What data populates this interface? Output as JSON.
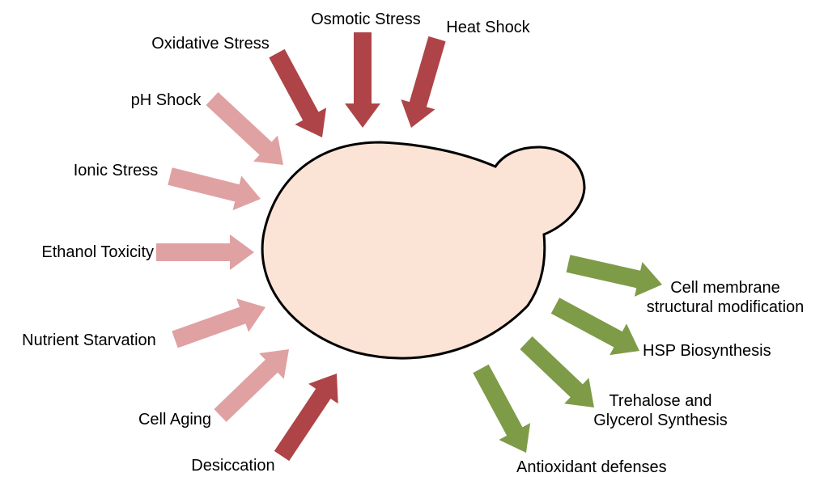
{
  "colors": {
    "strong_stress_arrow": "#AE4447",
    "mild_stress_arrow": "#E0A1A2",
    "response_arrow": "#7E9B48",
    "cell_fill": "#FBE4D6",
    "cell_outline": "#000000"
  },
  "stresses": [
    {
      "label": "Osmotic Stress",
      "strength": "strong"
    },
    {
      "label": "Heat Shock",
      "strength": "strong"
    },
    {
      "label": "Oxidative Stress",
      "strength": "strong"
    },
    {
      "label": "pH Shock",
      "strength": "mild"
    },
    {
      "label": "Ionic Stress",
      "strength": "mild"
    },
    {
      "label": "Ethanol Toxicity",
      "strength": "mild"
    },
    {
      "label": "Nutrient Starvation",
      "strength": "mild"
    },
    {
      "label": "Cell Aging",
      "strength": "mild"
    },
    {
      "label": "Desiccation",
      "strength": "strong"
    }
  ],
  "responses": [
    {
      "line1": "Cell membrane",
      "line2": "structural modification"
    },
    {
      "line1": "HSP Biosynthesis",
      "line2": ""
    },
    {
      "line1": "Trehalose and",
      "line2": "Glycerol Synthesis"
    },
    {
      "line1": "Antioxidant defenses",
      "line2": ""
    }
  ]
}
